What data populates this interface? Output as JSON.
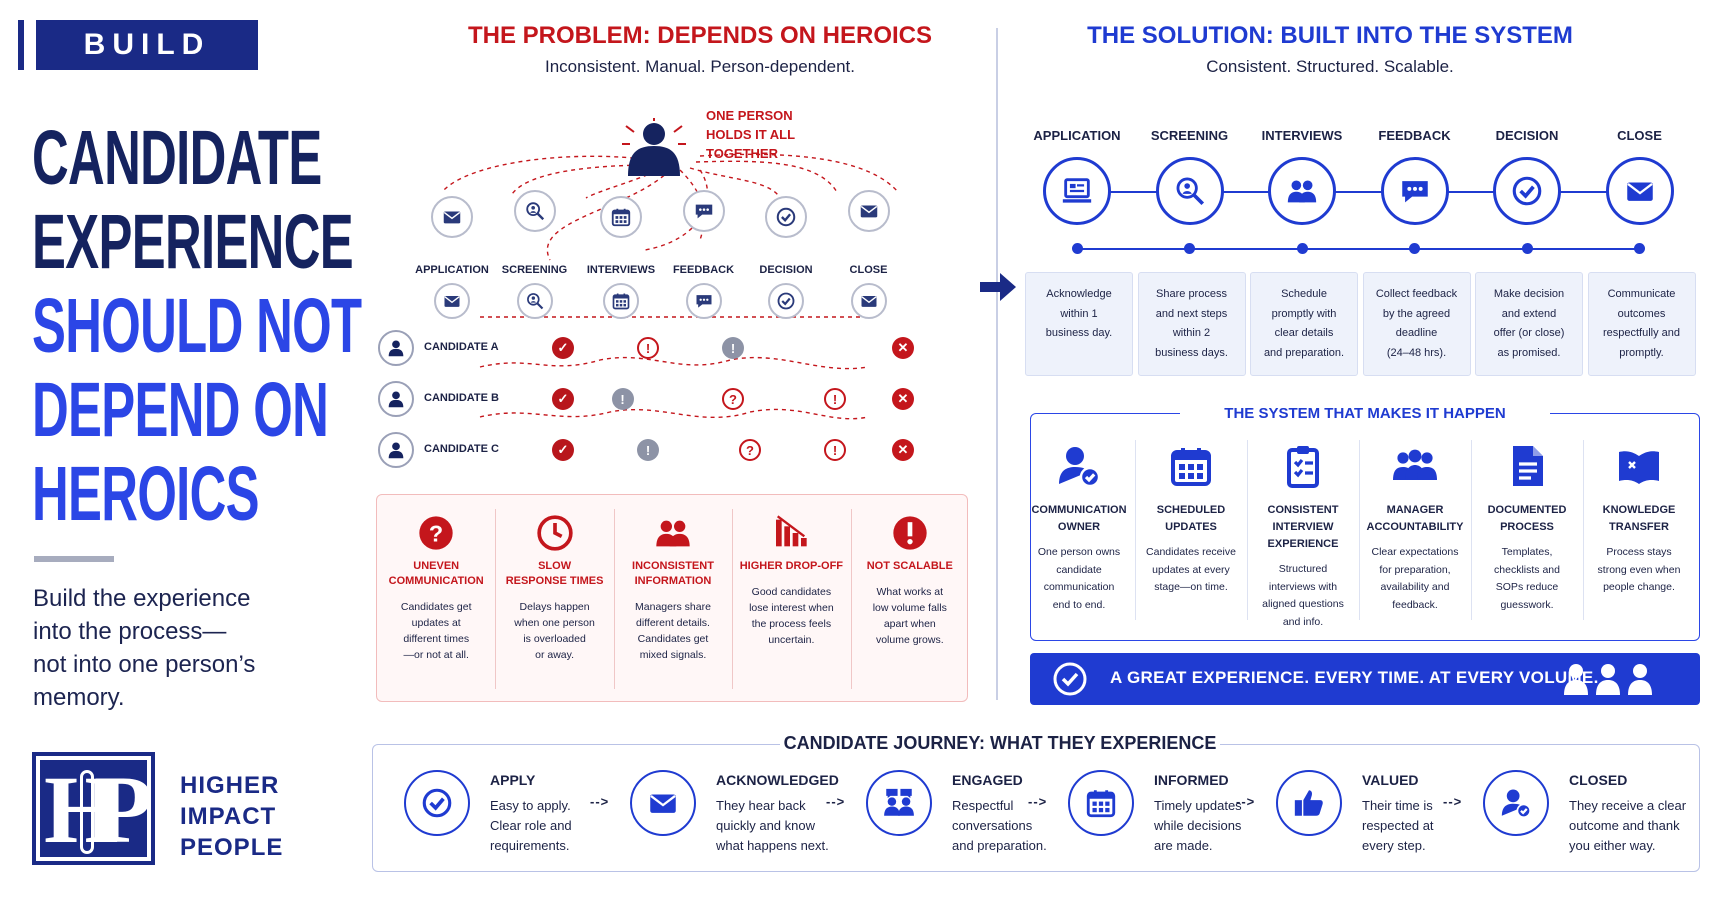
{
  "left": {
    "tag": "BUILD",
    "headline_lines": [
      {
        "text": "CANDIDATE",
        "tone": "dark"
      },
      {
        "text": "EXPERIENCE",
        "tone": "dark"
      },
      {
        "text": "SHOULD NOT",
        "tone": "blue"
      },
      {
        "text": "DEPEND ON",
        "tone": "blue"
      },
      {
        "text": "HEROICS",
        "tone": "blue"
      }
    ],
    "subtitle_lines": [
      "Build the experience",
      "into the process—",
      "not into one person’s",
      "memory."
    ],
    "logo_words": [
      "HIGHER",
      "IMPACT",
      "PEOPLE"
    ]
  },
  "problem": {
    "title": "THE PROBLEM: DEPENDS ON HEROICS",
    "subtitle": "Inconsistent. Manual. Person-dependent.",
    "hero_lines": [
      "ONE PERSON",
      "HOLDS IT ALL",
      "TOGETHER"
    ],
    "steps": [
      {
        "label": "APPLICATION",
        "icon": "mail-icon"
      },
      {
        "label": "SCREENING",
        "icon": "search-person-icon"
      },
      {
        "label": "INTERVIEWS",
        "icon": "calendar-icon"
      },
      {
        "label": "FEEDBACK",
        "icon": "chat-icon"
      },
      {
        "label": "DECISION",
        "icon": "check-icon"
      },
      {
        "label": "CLOSE",
        "icon": "mail-icon"
      }
    ],
    "candidates": [
      {
        "label": "CANDIDATE A",
        "marks": [
          {
            "kind": "check",
            "step": 0,
            "glyph": "✓"
          },
          {
            "kind": "exc",
            "step": 1,
            "glyph": "!"
          },
          {
            "kind": "warn",
            "step": 2,
            "glyph": "!"
          },
          {
            "kind": "bad",
            "step": 4,
            "glyph": "✕"
          }
        ]
      },
      {
        "label": "CANDIDATE B",
        "marks": [
          {
            "kind": "check",
            "step": 0,
            "glyph": "✓"
          },
          {
            "kind": "warn",
            "step": 0.7,
            "glyph": "!"
          },
          {
            "kind": "q",
            "step": 2,
            "glyph": "?"
          },
          {
            "kind": "exc",
            "step": 3.2,
            "glyph": "!"
          },
          {
            "kind": "bad",
            "step": 4,
            "glyph": "✕"
          }
        ]
      },
      {
        "label": "CANDIDATE C",
        "marks": [
          {
            "kind": "check",
            "step": 0,
            "glyph": "✓"
          },
          {
            "kind": "warn",
            "step": 1,
            "glyph": "!"
          },
          {
            "kind": "q",
            "step": 2.2,
            "glyph": "?"
          },
          {
            "kind": "exc",
            "step": 3.2,
            "glyph": "!"
          },
          {
            "kind": "bad",
            "step": 4,
            "glyph": "✕"
          }
        ]
      }
    ],
    "issues": [
      {
        "title": "UNEVEN\nCOMMUNICATION",
        "desc": "Candidates get\nupdates at\ndifferent times\n—or not at all.",
        "icon": "question-icon"
      },
      {
        "title": "SLOW\nRESPONSE TIMES",
        "desc": "Delays happen\nwhen one person\nis overloaded\nor away.",
        "icon": "clock-icon"
      },
      {
        "title": "INCONSISTENT\nINFORMATION",
        "desc": "Managers share\ndifferent details.\nCandidates get\nmixed signals.",
        "icon": "people-icon"
      },
      {
        "title": "HIGHER DROP-OFF",
        "desc": "Good candidates\nlose interest when\nthe process feels\nuncertain.",
        "icon": "declining-bars-icon"
      },
      {
        "title": "NOT SCALABLE",
        "desc": "What works at\nlow volume falls\napart when\nvolume grows.",
        "icon": "alert-icon"
      }
    ]
  },
  "solution": {
    "title": "THE SOLUTION: BUILT INTO THE SYSTEM",
    "subtitle": "Consistent. Structured. Scalable.",
    "steps": [
      {
        "label": "APPLICATION",
        "icon": "laptop-icon",
        "card": "Acknowledge\nwithin 1\nbusiness day."
      },
      {
        "label": "SCREENING",
        "icon": "search-person-icon",
        "card": "Share process\nand next steps\nwithin 2\nbusiness days."
      },
      {
        "label": "INTERVIEWS",
        "icon": "people-icon",
        "card": "Schedule\npromptly with\nclear details\nand preparation."
      },
      {
        "label": "FEEDBACK",
        "icon": "chat-icon",
        "card": "Collect feedback\nby the agreed\ndeadline\n(24–48 hrs)."
      },
      {
        "label": "DECISION",
        "icon": "check-icon",
        "card": "Make decision\nand extend\noffer (or close)\nas promised."
      },
      {
        "label": "CLOSE",
        "icon": "mail-icon",
        "card": "Communicate\noutcomes\nrespectfully and\npromptly."
      }
    ],
    "system_title": "THE SYSTEM THAT MAKES IT HAPPEN",
    "system_items": [
      {
        "title": "COMMUNICATION\nOWNER",
        "desc": "One person owns\ncandidate\ncommunication\nend to end.",
        "icon": "user-check-icon"
      },
      {
        "title": "SCHEDULED\nUPDATES",
        "desc": "Candidates receive\nupdates at every\nstage—on time.",
        "icon": "calendar-icon"
      },
      {
        "title": "CONSISTENT\nINTERVIEW\nEXPERIENCE",
        "desc": "Structured\ninterviews with\naligned questions\nand info.",
        "icon": "clipboard-icon"
      },
      {
        "title": "MANAGER\nACCOUNTABILITY",
        "desc": "Clear expectations\nfor preparation,\navailability and\nfeedback.",
        "icon": "team-icon"
      },
      {
        "title": "DOCUMENTED\nPROCESS",
        "desc": "Templates,\nchecklists and\nSOPs reduce\nguesswork.",
        "icon": "document-icon"
      },
      {
        "title": "KNOWLEDGE\nTRANSFER",
        "desc": "Process stays\nstrong even when\npeople change.",
        "icon": "book-icon"
      }
    ],
    "banner": "A GREAT EXPERIENCE. EVERY TIME. AT EVERY VOLUME."
  },
  "journey": {
    "title": "CANDIDATE JOURNEY: WHAT THEY EXPERIENCE",
    "arrow": "-->",
    "steps": [
      {
        "title": "APPLY",
        "desc": "Easy to apply.\nClear role and\nrequirements.",
        "icon": "check-icon"
      },
      {
        "title": "ACKNOWLEDGED",
        "desc": "They hear back\nquickly and know\nwhat happens next.",
        "icon": "mail-icon"
      },
      {
        "title": "ENGAGED",
        "desc": "Respectful\nconversations\nand preparation.",
        "icon": "conversation-icon"
      },
      {
        "title": "INFORMED",
        "desc": "Timely updates\nwhile decisions\nare made.",
        "icon": "calendar-icon"
      },
      {
        "title": "VALUED",
        "desc": "Their time is\nrespected at\nevery step.",
        "icon": "thumbs-up-icon"
      },
      {
        "title": "CLOSED",
        "desc": "They receive a clear\noutcome and thank\nyou either way.",
        "icon": "user-check-icon"
      }
    ]
  },
  "colors": {
    "navy": "#15235f",
    "blue": "#1f3bd1",
    "red": "#c4161c",
    "grey": "#8d93a6"
  }
}
